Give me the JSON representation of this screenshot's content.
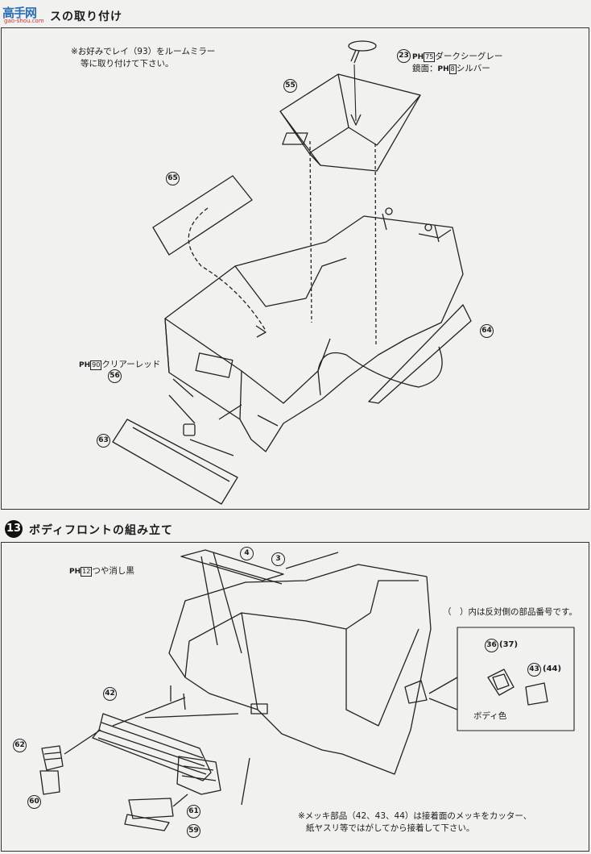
{
  "watermark": {
    "text": "高手网",
    "url_text": "gao-shou.com"
  },
  "section12": {
    "title": "スの取り付け"
  },
  "section13": {
    "step": "13",
    "title": "ボディフロントの組み立て"
  },
  "notes": {
    "mirror_line1": "※お好みでレイ（93）をルームミラー",
    "mirror_line2": "等に取り付けて下さい。",
    "parentheses": "（　）内は反対側の部品番号です。",
    "chrome_line1": "※メッキ部品（42、43、44）は接着面のメッキをカッター、",
    "chrome_line2": "紙ヤスリ等ではがしてから接着して下さい。"
  },
  "paint": {
    "dark_sea_grey_code": "75",
    "dark_sea_grey": "ダークシーグレー",
    "mirror_face": "鏡面：",
    "silver_code": "8",
    "silver": "シルバー",
    "clear_red_code": "90",
    "clear_red": "クリアーレッド",
    "flat_black_code": "12",
    "flat_black": "つや消し黒",
    "prefix": "PH",
    "body_color": "ボディ色"
  },
  "parts": {
    "p23": "23",
    "p55": "55",
    "p65": "65",
    "p64": "64",
    "p56": "56",
    "p63": "63",
    "p4": "4",
    "p3": "3",
    "p42": "42",
    "p62": "62",
    "p60": "60",
    "p61": "61",
    "p59": "59",
    "p36": "36",
    "p37": "(37)",
    "p43": "43",
    "p44": "(44)"
  }
}
